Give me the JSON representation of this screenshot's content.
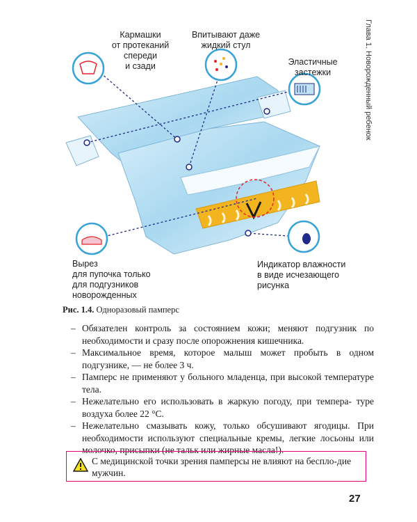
{
  "chapter_header": "Глава 1. Новорожденный ребенок",
  "figure": {
    "callouts": {
      "pockets": [
        "Кармашки",
        "от протеканий",
        "спереди",
        "и сзади"
      ],
      "absorb": [
        "Впитывают даже",
        "жидкий стул"
      ],
      "elastic": [
        "Эластичные",
        "застежки"
      ],
      "cutout": [
        "Вырез",
        "для пупочка только",
        "для подгузников",
        "новорожденных"
      ],
      "indicator": [
        "Индикатор влажности",
        "в виде исчезающего",
        "рисунка"
      ]
    },
    "caption_label": "Рис. 1.4.",
    "caption_text": " Одноразовый памперс"
  },
  "list": {
    "items": [
      {
        "first": "Обязателен контроль за состоянием кожи; меняют подгузник",
        "rest": "по необходимости и сразу после опорожнения кишечника."
      },
      {
        "first": "Максимальное время, которое малыш может пробыть в одном",
        "rest": "подгузнике, — не более 3 ч."
      },
      {
        "first": "Памперс не применяют у больного младенца, при высокой",
        "rest": "температуре тела."
      },
      {
        "first": "Нежелательно его использовать в жаркую погоду, при темпера-",
        "rest": "туре воздуха более 22 °С."
      },
      {
        "first": "Нежелательно смазывать кожу, только обсушивают ягодицы.",
        "rest": "При необходимости используют специальные кремы, легкие лосьоны или молочко, присыпки (не тальк или жирные масла!)."
      }
    ]
  },
  "warning": {
    "icon": "warning-triangle-icon",
    "text": "С медицинской точки зрения памперсы не влияют на беспло-дие мужчин."
  },
  "page_number": "27",
  "colors": {
    "accent": "#e0007a",
    "diaper_blue": "#bfe3f5",
    "dash_line": "#1f2a8a",
    "yellow_band": "#f2b51f"
  }
}
